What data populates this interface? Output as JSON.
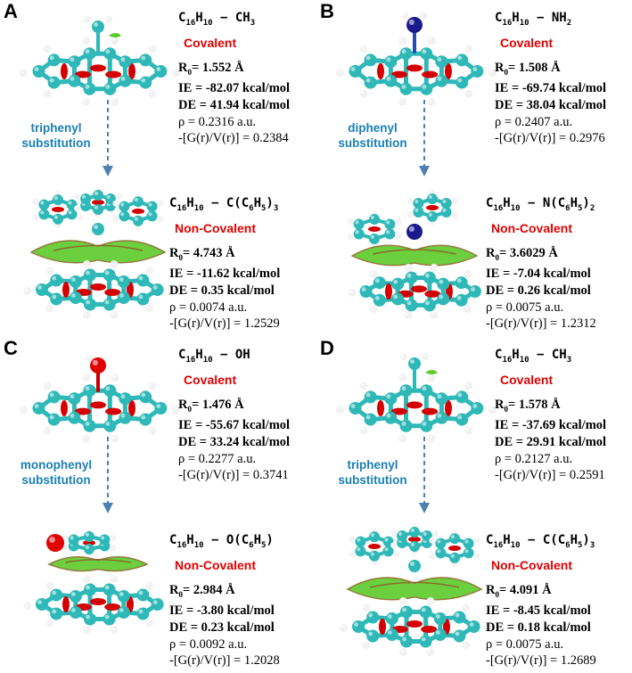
{
  "panels": [
    {
      "letter": "A",
      "top": {
        "formula_base": "C",
        "formula_sub1": "16",
        "formula_mid": "H",
        "formula_sub2": "10",
        "formula_rest": " − CH",
        "formula_sub3": "3",
        "bond_type": "Covalent",
        "r0": "= 1.552 Å",
        "ie": "IE = -82.07 kcal/mol",
        "de": "DE = 41.94 kcal/mol",
        "rho": "ρ = 0.2316 a.u.",
        "gv": "-[G(r)/V(r)] = 0.2384"
      },
      "substitution": [
        "triphenyl",
        "substitution"
      ],
      "bottom": {
        "formula_base": "C",
        "formula_sub1": "16",
        "formula_mid": "H",
        "formula_sub2": "10",
        "formula_rest": " − C(C",
        "formula_sub3": "6",
        "formula_tail": "H",
        "formula_sub4": "5",
        "formula_end": ")",
        "formula_sub5": "3",
        "bond_type": "Non-Covalent",
        "r0": "= 4.743 Å",
        "ie": "IE = -11.62 kcal/mol",
        "de": "DE = 0.35 kcal/mol",
        "rho": "ρ = 0.0074 a.u.",
        "gv": "-[G(r)/V(r)] = 1.2529"
      }
    },
    {
      "letter": "B",
      "top": {
        "formula_base": "C",
        "formula_sub1": "16",
        "formula_mid": "H",
        "formula_sub2": "10",
        "formula_rest": " − NH",
        "formula_sub3": "2",
        "bond_type": "Covalent",
        "r0": "= 1.508 Å",
        "ie": "IE = -69.74 kcal/mol",
        "de": "DE = 38.04 kcal/mol",
        "rho": "ρ = 0.2407 a.u.",
        "gv": "-[G(r)/V(r)] = 0.2976"
      },
      "substitution": [
        "diphenyl",
        "substitution"
      ],
      "bottom": {
        "formula_base": "C",
        "formula_sub1": "16",
        "formula_mid": "H",
        "formula_sub2": "10",
        "formula_rest": " − N(C",
        "formula_sub3": "6",
        "formula_tail": "H",
        "formula_sub4": "5",
        "formula_end": ")",
        "formula_sub5": "2",
        "bond_type": "Non-Covalent",
        "r0": "= 3.6029 Å",
        "ie": "IE = -7.04 kcal/mol",
        "de": "DE = 0.26 kcal/mol",
        "rho": "ρ = 0.0075 a.u.",
        "gv": "-[G(r)/V(r)] = 1.2312"
      }
    },
    {
      "letter": "C",
      "top": {
        "formula_base": "C",
        "formula_sub1": "16",
        "formula_mid": "H",
        "formula_sub2": "10",
        "formula_rest": " − OH",
        "formula_sub3": "",
        "bond_type": "Covalent",
        "r0": "= 1.476 Å",
        "ie": "IE = -55.67 kcal/mol",
        "de": "DE = 33.24 kcal/mol",
        "rho": "ρ = 0.2277 a.u.",
        "gv": "-[G(r)/V(r)] = 0.3741"
      },
      "substitution": [
        "monophenyl",
        "substitution"
      ],
      "bottom": {
        "formula_base": "C",
        "formula_sub1": "16",
        "formula_mid": "H",
        "formula_sub2": "10",
        "formula_rest": " − O(C",
        "formula_sub3": "6",
        "formula_tail": "H",
        "formula_sub4": "5",
        "formula_end": ")",
        "formula_sub5": "",
        "bond_type": "Non-Covalent",
        "r0": "= 2.984 Å",
        "ie": "IE = -3.80 kcal/mol",
        "de": "DE = 0.23 kcal/mol",
        "rho": "ρ = 0.0092 a.u.",
        "gv": "-[G(r)/V(r)] = 1.2028"
      }
    },
    {
      "letter": "D",
      "top": {
        "formula_base": "C",
        "formula_sub1": "16",
        "formula_mid": "H",
        "formula_sub2": "10",
        "formula_rest": " − CH",
        "formula_sub3": "3",
        "bond_type": "Covalent",
        "r0": "= 1.578 Å",
        "ie": "IE = -37.69 kcal/mol",
        "de": "DE = 29.91 kcal/mol",
        "rho": "ρ = 0.2127 a.u.",
        "gv": "-[G(r)/V(r)] = 0.2591"
      },
      "substitution": [
        "triphenyl",
        "substitution"
      ],
      "bottom": {
        "formula_base": "C",
        "formula_sub1": "16",
        "formula_mid": "H",
        "formula_sub2": "10",
        "formula_rest": " − C(C",
        "formula_sub3": "6",
        "formula_tail": "H",
        "formula_sub4": "5",
        "formula_end": ")",
        "formula_sub5": "3",
        "bond_type": "Non-Covalent",
        "r0": "= 4.091 Å",
        "ie": "IE = -8.45 kcal/mol",
        "de": "DE = 0.18 kcal/mol",
        "rho": "ρ = 0.0075 a.u.",
        "gv": "-[G(r)/V(r)] = 1.2689"
      }
    }
  ],
  "r_label": "R",
  "r_sub": "0",
  "colors": {
    "carbon": "#2fb8b8",
    "hydrogen": "#f2f2f2",
    "oxygen": "#e00000",
    "nitrogen": "#1a1a8c",
    "surface_green": "#5dcc2a",
    "surface_brown": "#8a6a2a",
    "covalent_red": "#e00000",
    "substitution_blue": "#1a7fb5"
  }
}
